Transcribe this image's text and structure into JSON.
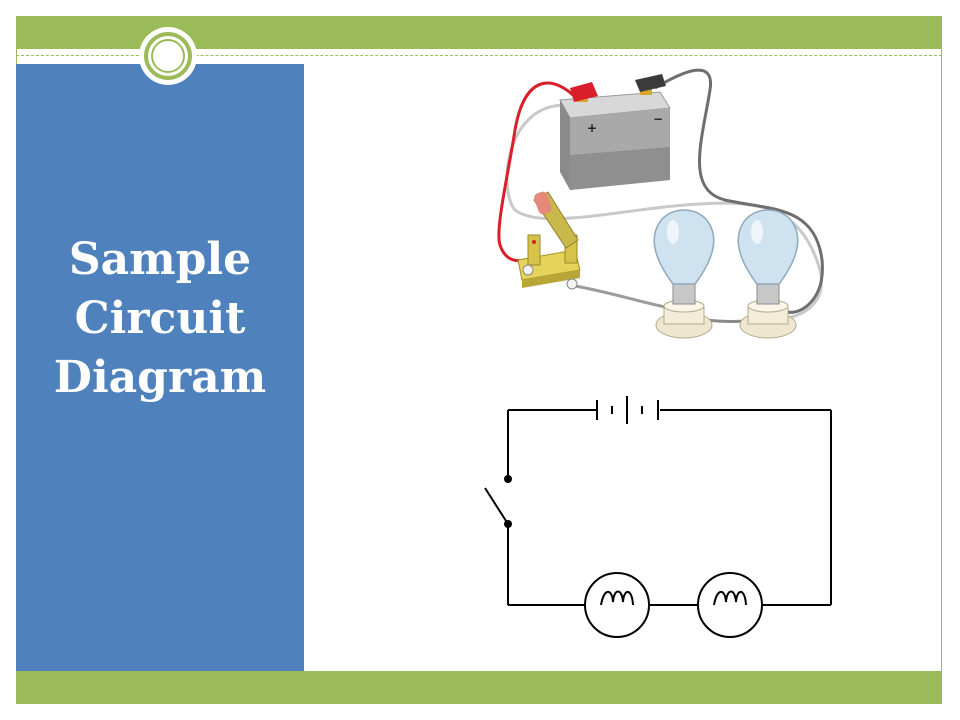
{
  "slide": {
    "title_lines": [
      "Sample",
      "Circuit",
      "Diagram"
    ],
    "colors": {
      "accent_green": "#9BBB59",
      "title_panel_blue": "#4F81BD",
      "title_text": "#ffffff"
    }
  },
  "illustration": {
    "battery_terminals": [
      "+",
      "−"
    ]
  }
}
